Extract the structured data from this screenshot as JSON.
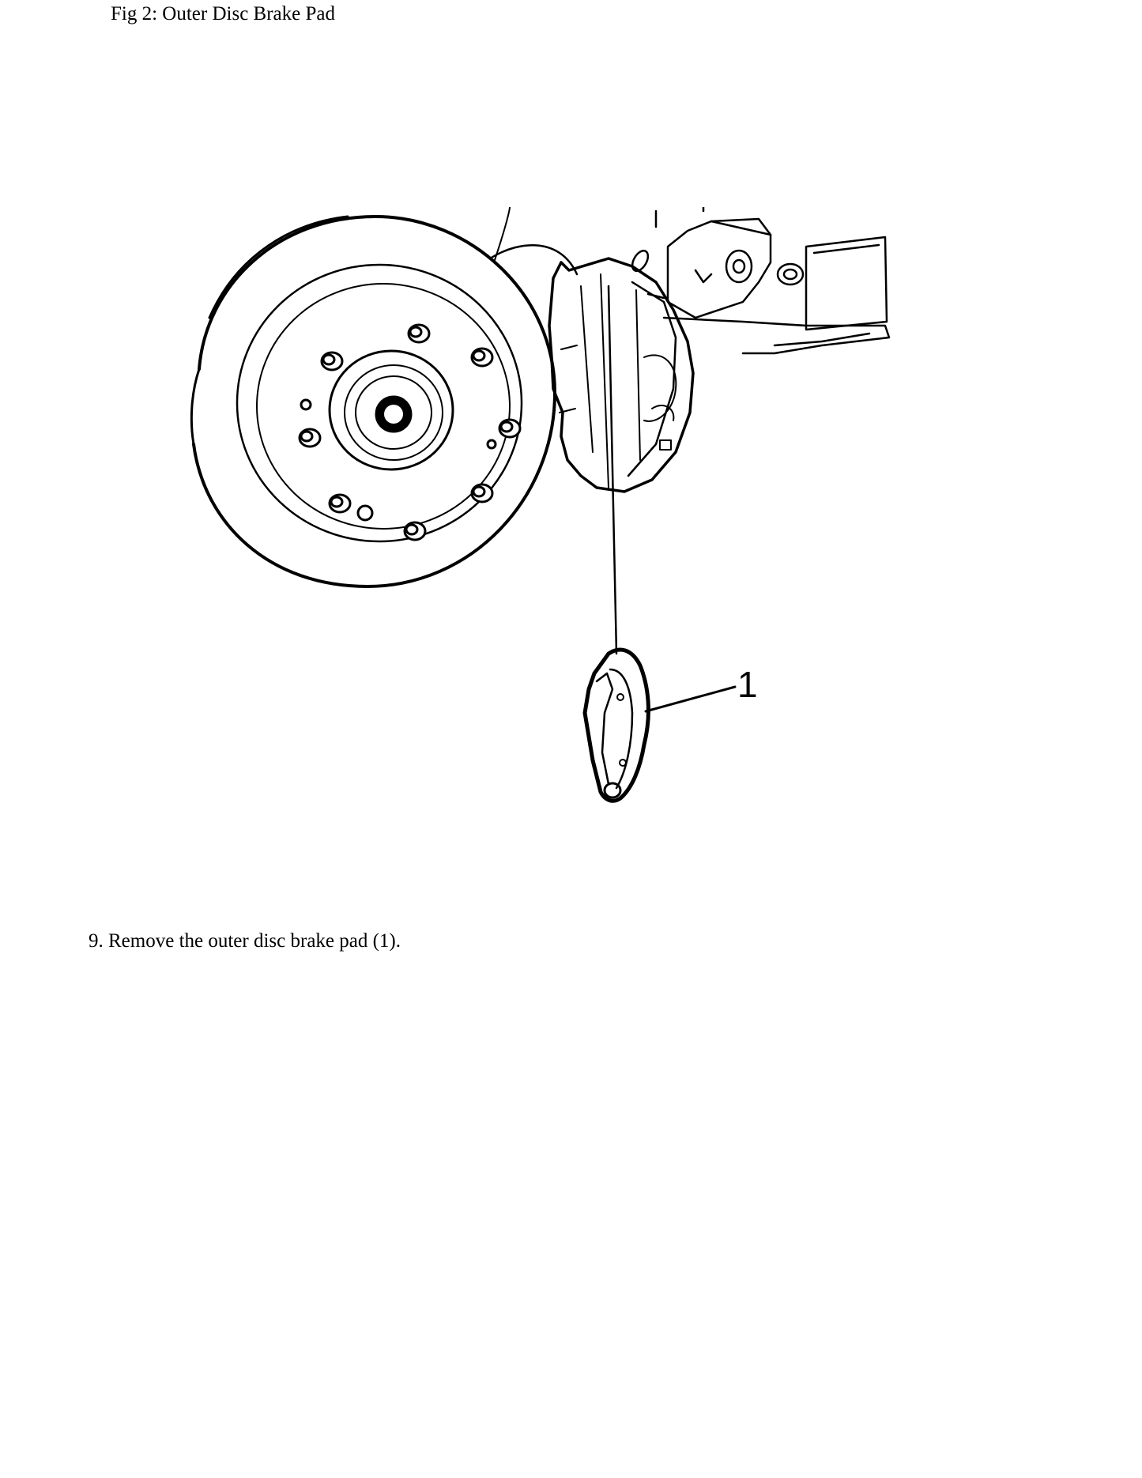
{
  "document": {
    "figure_caption": "Fig 2: Outer Disc Brake Pad",
    "figure": {
      "callouts": [
        {
          "label": "1",
          "part": "outer disc brake pad"
        }
      ]
    },
    "step": "9. Remove the outer disc brake pad (1)."
  }
}
